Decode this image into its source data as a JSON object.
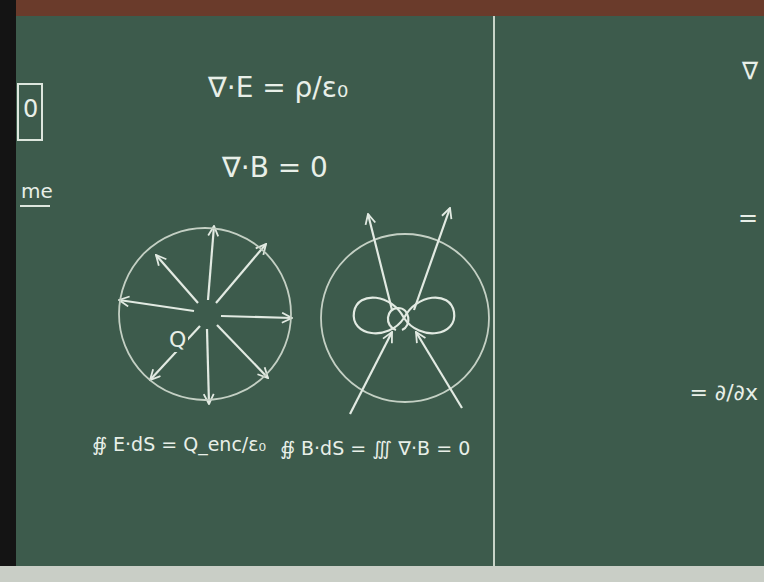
{
  "diagram": {
    "nodes": [
      {
        "text": [
          "Q"
        ]
      }
    ],
    "labels": [
      "∇·E = ρ/ε₀",
      "∇·B = 0",
      "∯ E·dS = Q_enc/ε₀",
      "∯ B·dS = ∭ ∇·B = 0",
      "0",
      "me",
      "∇",
      "=",
      "= ∂/∂x"
    ]
  }
}
